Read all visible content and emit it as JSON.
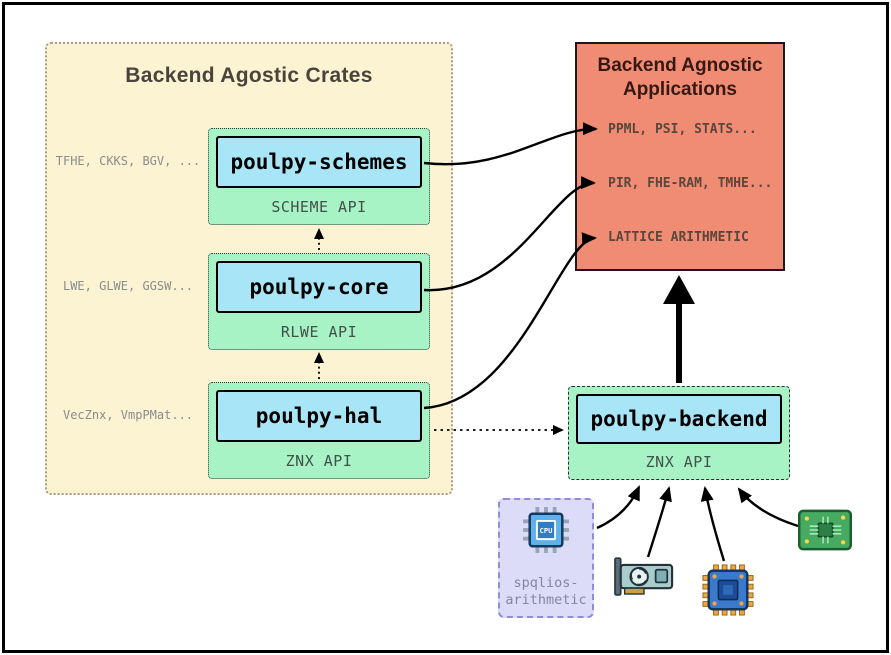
{
  "crates_panel": {
    "title": "Backend Agostic Crates",
    "groups": [
      {
        "side_label": "TFHE, CKKS, BGV, ...",
        "name": "poulpy-schemes",
        "api": "SCHEME API"
      },
      {
        "side_label": "LWE, GLWE, GGSW...",
        "name": "poulpy-core",
        "api": "RLWE API"
      },
      {
        "side_label": "VecZnx, VmpPMat...",
        "name": "poulpy-hal",
        "api": "ZNX API"
      }
    ]
  },
  "applications_panel": {
    "title_line1": "Backend Agnostic",
    "title_line2": "Applications",
    "items": [
      "PPML, PSI, STATS...",
      "PIR, FHE-RAM, TMHE...",
      "LATTICE ARITHMETIC"
    ]
  },
  "backend_group": {
    "name": "poulpy-backend",
    "api": "ZNX API"
  },
  "spqlios_panel": {
    "label_line1": "spqlios-",
    "label_line2": "arithmetic",
    "cpu_label": "CPU"
  },
  "icons": {
    "cpu": "cpu-chip-icon",
    "gpu": "graphics-card-icon",
    "microchip": "microcontroller-icon",
    "pcb": "circuit-board-icon"
  },
  "colors": {
    "panel_yellow": "#FBF3D2",
    "crate_cyan": "#A8E6F7",
    "api_green": "#A7F3C6",
    "apps_salmon": "#F18C74",
    "spqlios_lavender": "#DCDCF9",
    "arrow_black": "#000000"
  }
}
